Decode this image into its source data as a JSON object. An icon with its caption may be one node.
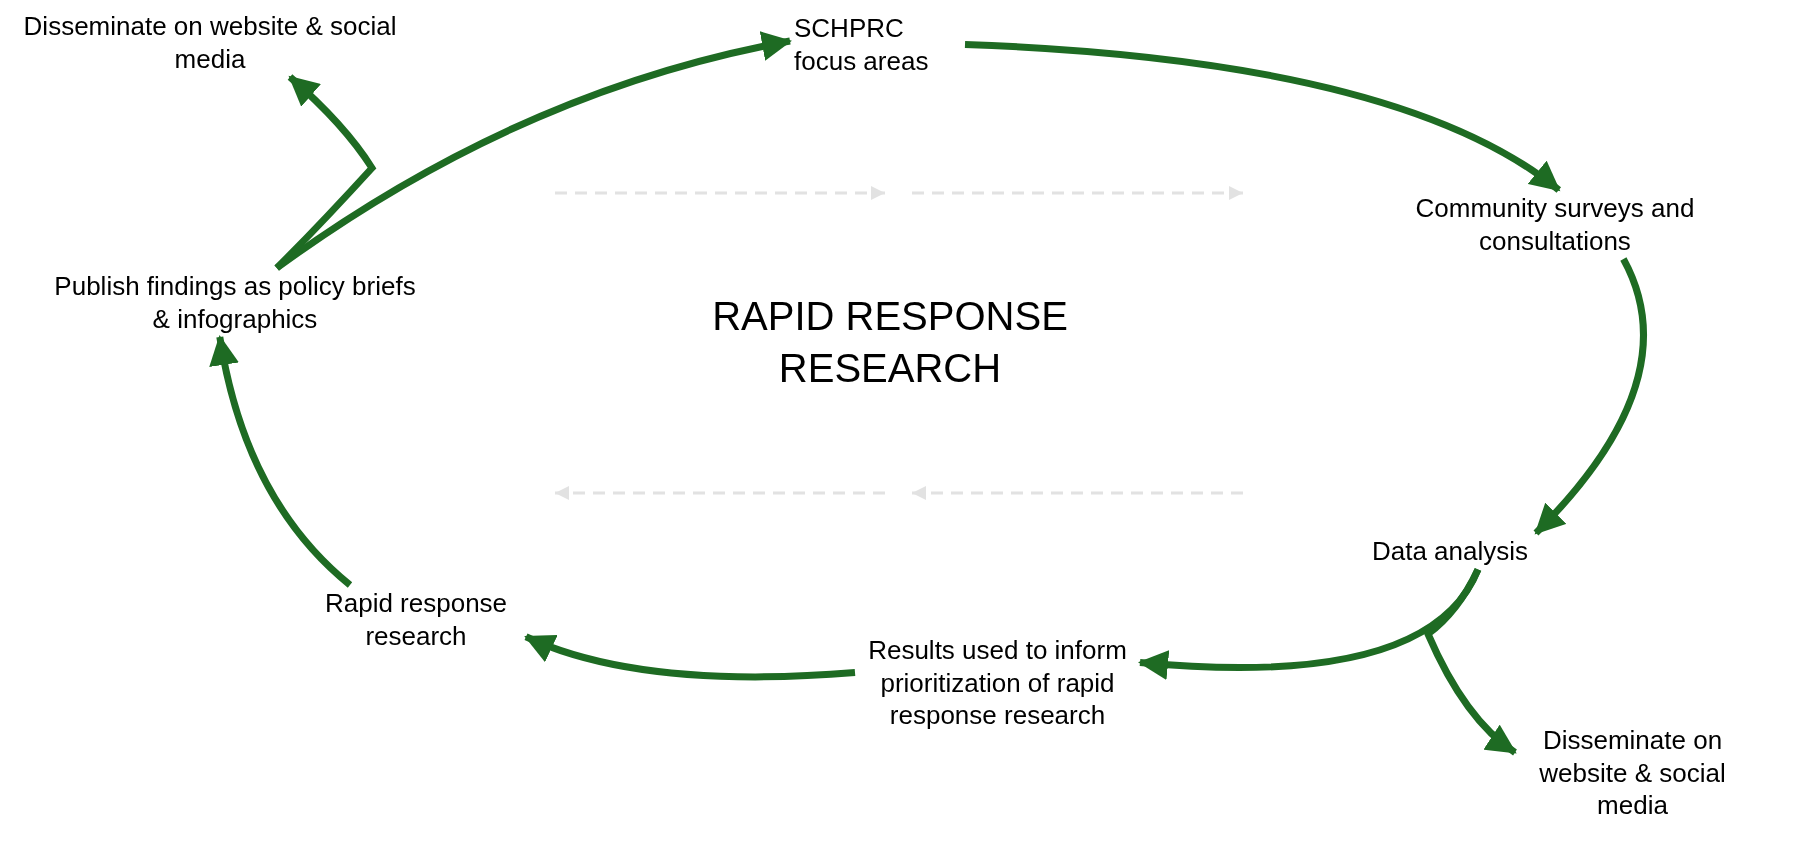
{
  "diagram": {
    "title": "RAPID RESPONSE RESEARCH",
    "nodes": [
      {
        "text": [
          "SCHPRC focus areas"
        ]
      },
      {
        "text": [
          "Community surveys and consultations"
        ]
      },
      {
        "text": [
          "Data analysis"
        ]
      },
      {
        "text": [
          "Disseminate on website & social media"
        ]
      },
      {
        "text": [
          "Results used to inform prioritization of rapid response research"
        ]
      },
      {
        "text": [
          "Rapid response research"
        ]
      },
      {
        "text": [
          "Publish findings as policy briefs & infographics"
        ]
      },
      {
        "text": [
          "Disseminate on website & social media"
        ]
      }
    ],
    "edges": [
      {
        "from": 6,
        "to": 0,
        "arrow": "to"
      },
      {
        "from": 6,
        "to": 7,
        "arrow": "to"
      },
      {
        "from": 0,
        "to": 1,
        "arrow": "to"
      },
      {
        "from": 1,
        "to": 2,
        "arrow": "to"
      },
      {
        "from": 2,
        "to": 4,
        "arrow": "to"
      },
      {
        "from": 2,
        "to": 3,
        "arrow": "to"
      },
      {
        "from": 4,
        "to": 5,
        "arrow": "to"
      },
      {
        "from": 5,
        "to": 6,
        "arrow": "to"
      }
    ]
  }
}
